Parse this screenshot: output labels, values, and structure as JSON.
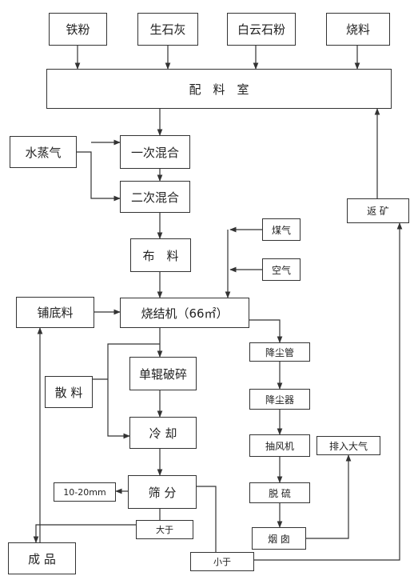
{
  "nodes": {
    "iron_powder": "铁粉",
    "quicklime": "生石灰",
    "dolomite_powder": "白云石粉",
    "fuel": "烧料",
    "batching_room": "配　料　室",
    "steam": "水蒸气",
    "first_mixing": "一次混合",
    "second_mixing": "二次混合",
    "distribution": "布　料",
    "gas": "煤气",
    "air": "空气",
    "hearth_layer": "铺底料",
    "sintering_machine": "烧结机（66㎡）",
    "single_roll_crusher": "单辊破碎",
    "spillage": "散 料",
    "cooling": "冷 却",
    "screening": "筛 分",
    "size_10_20": "10-20mm",
    "larger_than": "大于",
    "smaller_than": "小于",
    "finished_product": "成 品",
    "return_ore": "返 矿",
    "dust_pipe": "降尘管",
    "dust_collector": "降尘器",
    "exhaust_fan": "抽风机",
    "desulfurization": "脱 硫",
    "chimney": "烟 囱",
    "to_atmosphere": "排入大气"
  }
}
